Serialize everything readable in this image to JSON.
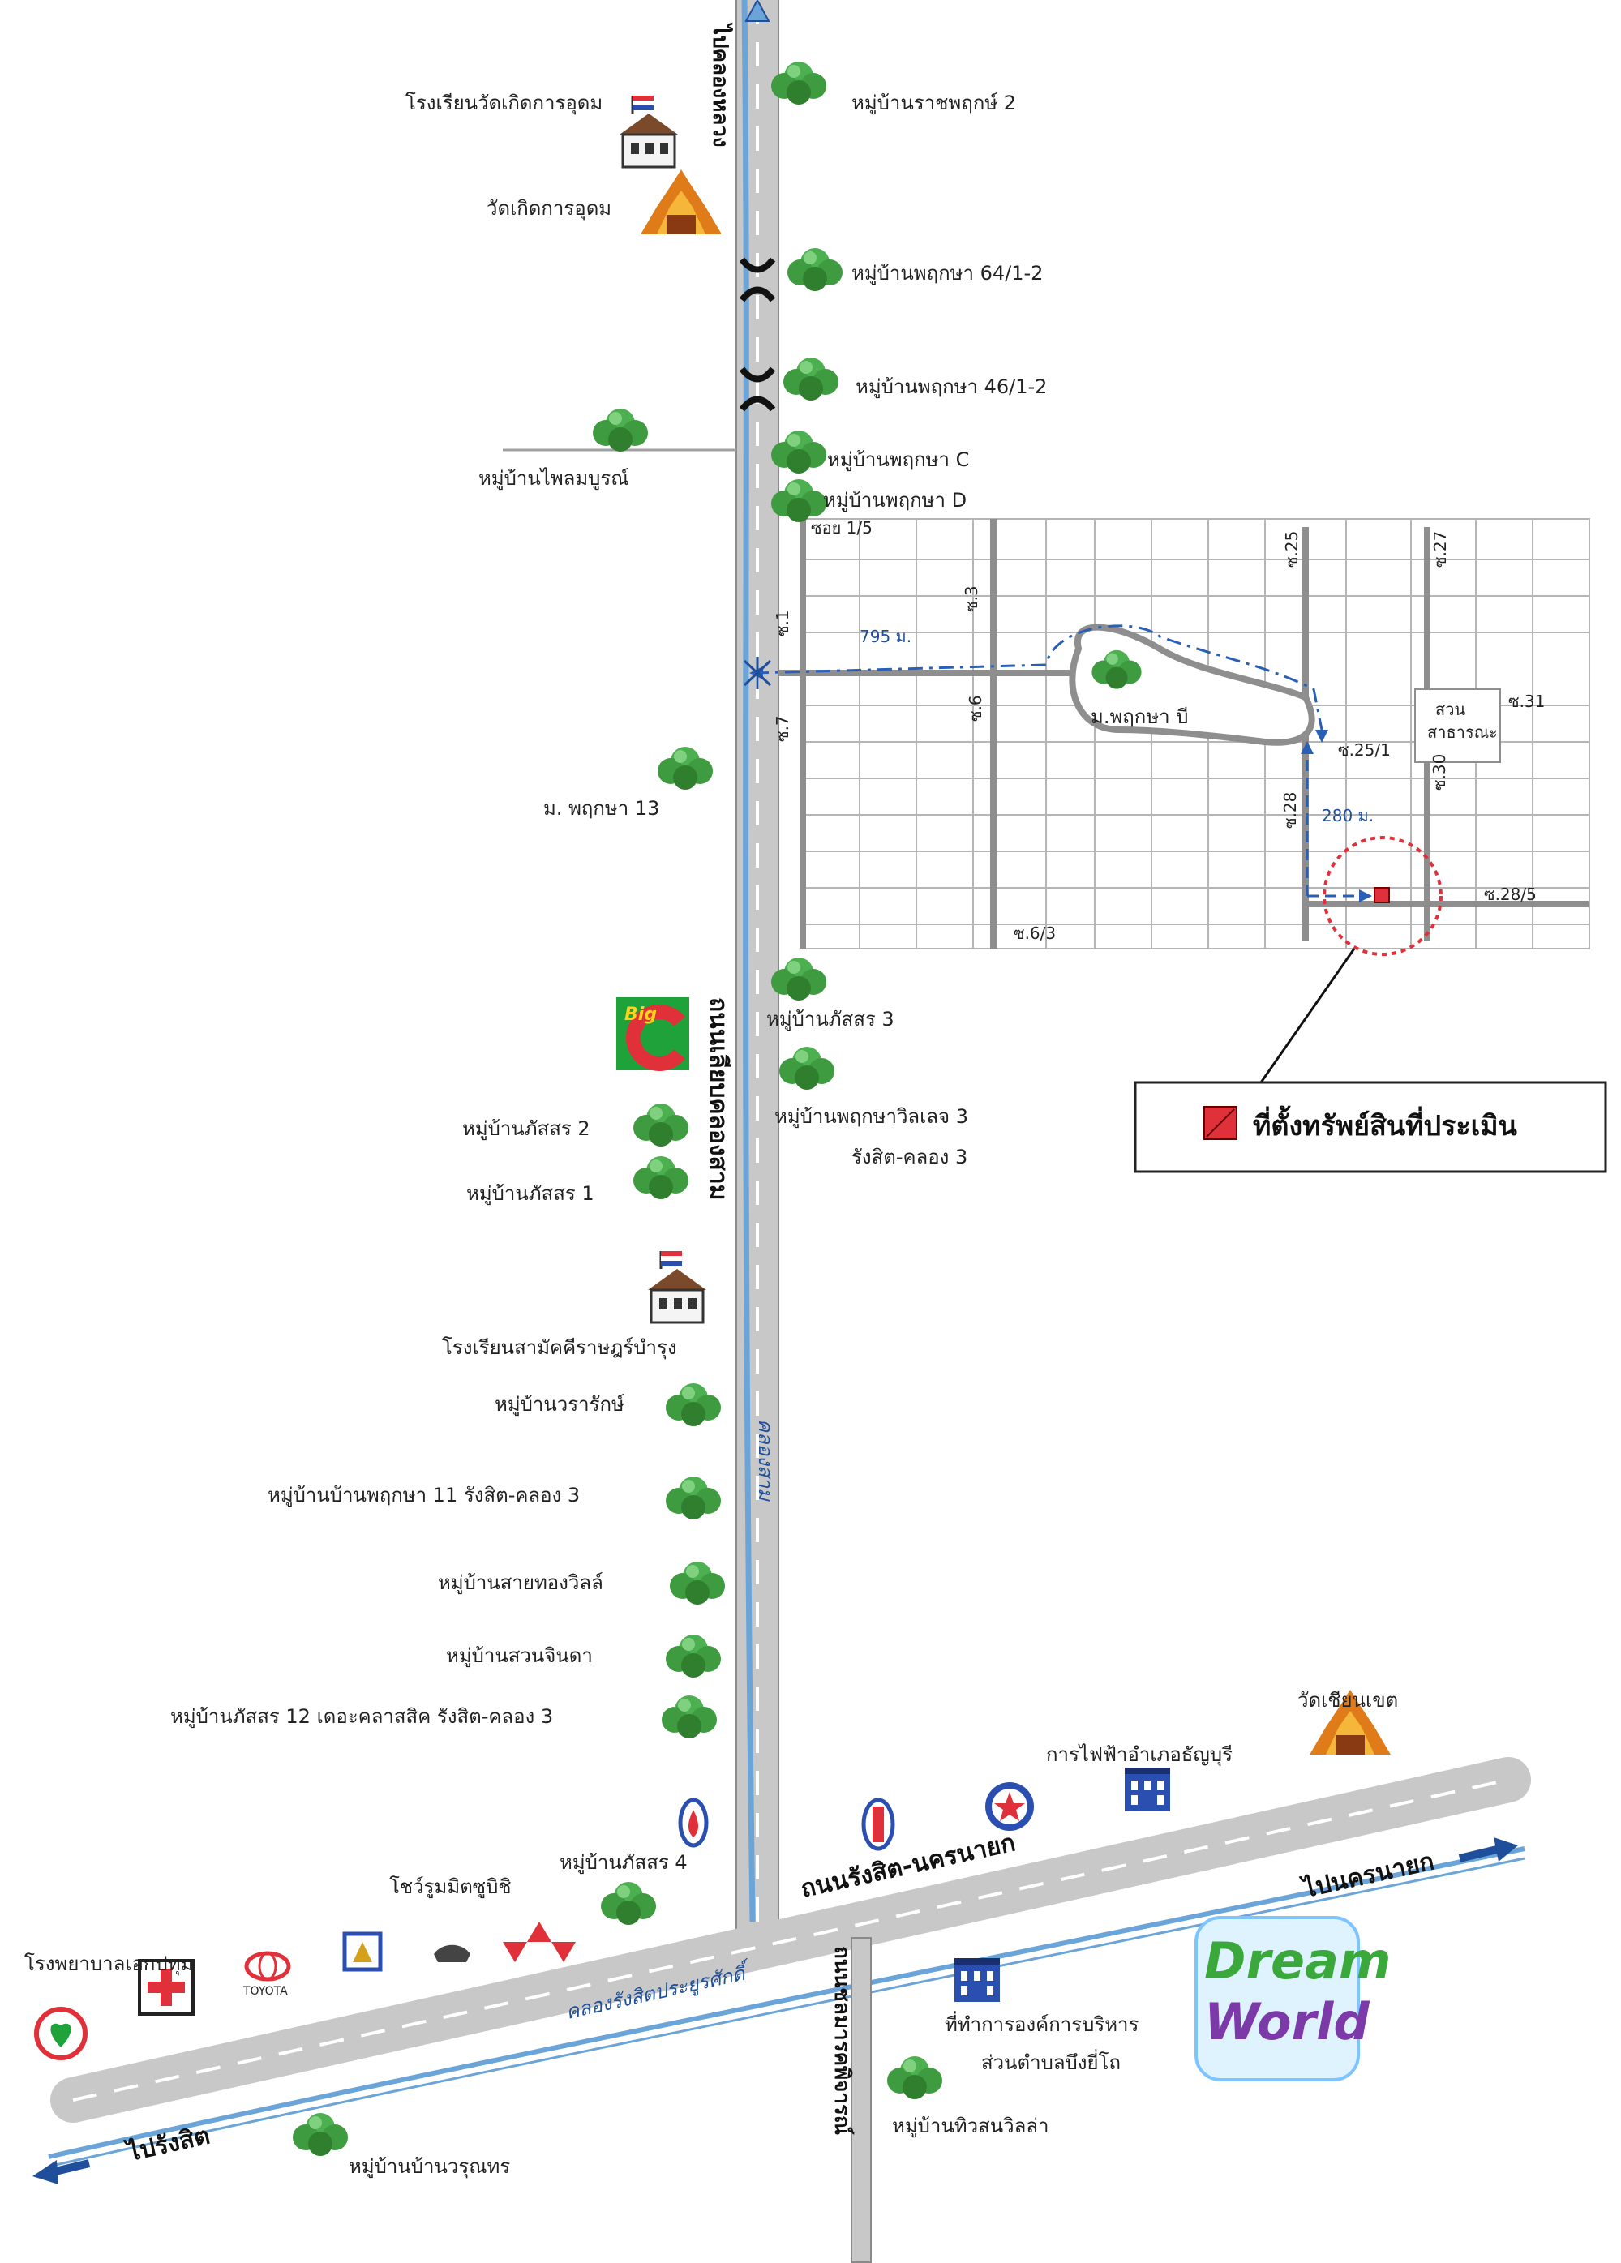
{
  "north_road": "ไปคลองหลวง",
  "roads": {
    "main_vertical": "ถนนเลียบคลองสาม",
    "canal_vertical": "คลองสาม",
    "main_diagonal": "ถนนรังสิต-นครนายก",
    "canal_diagonal": "คลองรังสิตประยูรศักดิ์",
    "south_vertical": "ถนนชลมารคพิจารณ์",
    "to_rangsit": "ไปรังสิต",
    "to_nakhon_nayok": "ไปนครนายก"
  },
  "landmarks": {
    "school_wat": "โรงเรียนวัดเกิดการอุดม",
    "wat_koet": "วัดเกิดการอุดม",
    "ban_ratchaphruek": "หมู่บ้านราชพฤกษ์ 2",
    "ban_phruksa_64": "หมู่บ้านพฤกษา 64/1-2",
    "ban_phruksa_46": "หมู่บ้านพฤกษา 46/1-2",
    "ban_phailom": "หมู่บ้านไพลมบูรณ์",
    "ban_phruksa_c": "หมู่บ้านพฤกษา C",
    "ban_phruksa_d": "หมู่บ้านพฤกษา D",
    "mo_phruksa_13": "ม. พฤกษา 13",
    "big_c": "Big",
    "ban_patsorn_3": "หมู่บ้านภัสสร 3",
    "ban_phruksa_villa_1": "หมู่บ้านพฤกษาวิลเลจ 3",
    "ban_phruksa_villa_2": "รังสิต-คลอง 3",
    "ban_patsorn_2": "หมู่บ้านภัสสร 2",
    "ban_patsorn_1": "หมู่บ้านภัสสร 1",
    "school_samakkhi": "โรงเรียนสามัคคีราษฎร์บำรุง",
    "ban_wararak": "หมู่บ้านวรารักษ์",
    "ban_ban_phruksa_11": "หมู่บ้านบ้านพฤกษา 11 รังสิต-คลอง 3",
    "ban_saithong": "หมู่บ้านสายทองวิลล์",
    "ban_suanchinda": "หมู่บ้านสวนจินดา",
    "ban_patsorn_12": "หมู่บ้านภัสสร 12 เดอะคลาสสิค รังสิต-คลอง 3",
    "ban_patsorn_4": "หมู่บ้านภัสสร 4",
    "showroom": "โชว์รูมมิตซูบิชิ",
    "hospital": "โรงพยาบาลเอกปทุม",
    "toyota": "TOYOTA",
    "wat_sian": "วัดเชียนเขต",
    "pea": "การไฟฟ้าอำเภอธัญบุรี",
    "office_1": "ที่ทำการองค์การบริหาร",
    "office_2": "ส่วนตำบลบึงยี่โถ",
    "ban_thiwson": "หมู่บ้านทิวสนวิลล่า",
    "ban_warunthon": "หมู่บ้านบ้านวรุณทร"
  },
  "detail": {
    "village": "ม.พฤกษา บี",
    "dist_795": "795 ม.",
    "dist_280": "280 ม.",
    "park_1": "สวน",
    "park_2": "สาธารณะ",
    "soi_15": "ซอย 1/5",
    "soi_3": "ซ.3",
    "soi_6": "ซ.6",
    "soi_7": "ซ.7",
    "soi_1": "ซ.1",
    "soi_25": "ซ.25",
    "soi_27": "ซ.27",
    "soi_31": "ซ.31",
    "soi_25_1": "ซ.25/1",
    "soi_28": "ซ.28",
    "soi_30": "ซ.30",
    "soi_28_5": "ซ.28/5",
    "soi_6_3": "ซ.6/3"
  },
  "legend": {
    "label": "ที่ตั้งทรัพย์สินที่ประเมิน"
  },
  "dream_world": {
    "line1": "Dream",
    "line2": "World"
  },
  "colors": {
    "road_fill": "#c8c8c8",
    "canal_blue": "#6aa4d8",
    "tree_green": "#3f9b3f",
    "marker_red": "#e0303a",
    "route_blue": "#2a5fb8"
  },
  "icons": {
    "tree": "tree-icon",
    "school": "school-icon",
    "temple": "temple-icon",
    "marker": "property-marker-icon"
  }
}
